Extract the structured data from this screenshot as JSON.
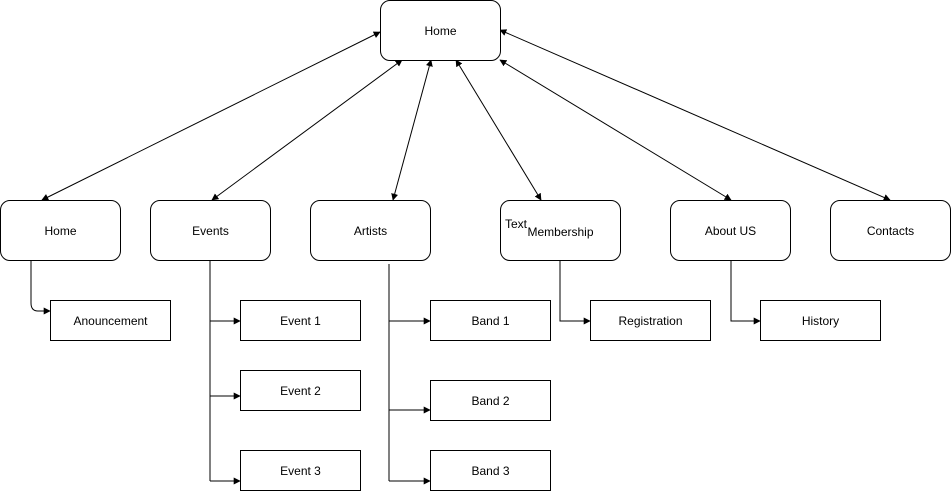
{
  "diagram": {
    "root": {
      "label": "Home"
    },
    "sections": [
      {
        "label": "Home",
        "children": [
          "Anouncement"
        ]
      },
      {
        "label": "Events",
        "children": [
          "Event 1",
          "Event 2",
          "Event 3"
        ]
      },
      {
        "label": "Artists",
        "children": [
          "Band 1",
          "Band 2",
          "Band 3"
        ]
      },
      {
        "label": "Membership",
        "children": [
          "Registration"
        ]
      },
      {
        "label": "About US",
        "children": [
          "History"
        ]
      },
      {
        "label": "Contacts",
        "children": []
      }
    ],
    "stray_text": "Text"
  }
}
